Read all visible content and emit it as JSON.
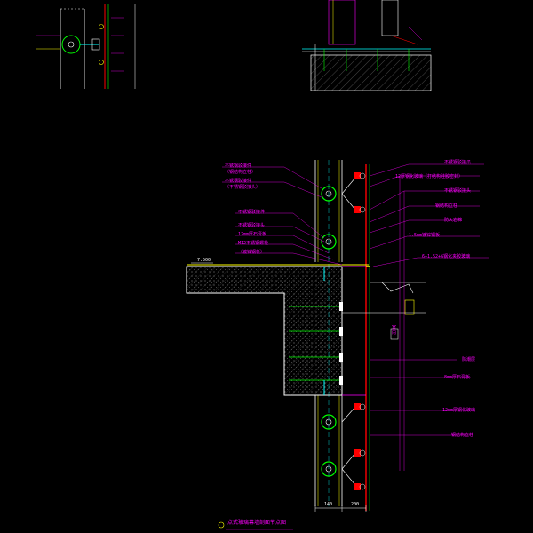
{
  "annotations": {
    "right_1": "不锈钢驳接爪",
    "right_2": "12厚钢化玻璃（打结构硅胶密封）",
    "right_3": "不锈钢驳接头",
    "right_4": "钢结构立柱",
    "right_5": "防火岩棉",
    "right_6": "1.5mm镀锌钢板",
    "right_7": "6+1.52+6钢化夹胶玻璃",
    "right_8": "防潮层",
    "right_9": "8mm厚石膏板",
    "right_10": "12mm厚钢化玻璃",
    "right_11": "钢结构立柱",
    "left_1": "不锈钢驳接件",
    "left_2": "（钢结构立柱）",
    "left_3": "不锈钢驳接件",
    "left_4": "（不锈钢驳接头）",
    "left_5": "不锈钢驳接件",
    "left_6": "不锈钢驳接头",
    "left_7": "12mm厚石膏板",
    "left_8": "M12不锈钢螺栓",
    "left_9": "（镀锌钢板）",
    "level": "7.500",
    "dim_1": "140",
    "dim_2": "200",
    "side_note": "室内",
    "caption": "点式玻璃幕墙剖面节点图"
  },
  "colors": {
    "background": "#000000",
    "outline": "#ffffff",
    "label": "#ff00ff",
    "leader": "#ff00ff",
    "glass": "#ff0000",
    "steel": "#ffff00",
    "fitting": "#00ff00",
    "column": "#00ffff"
  }
}
